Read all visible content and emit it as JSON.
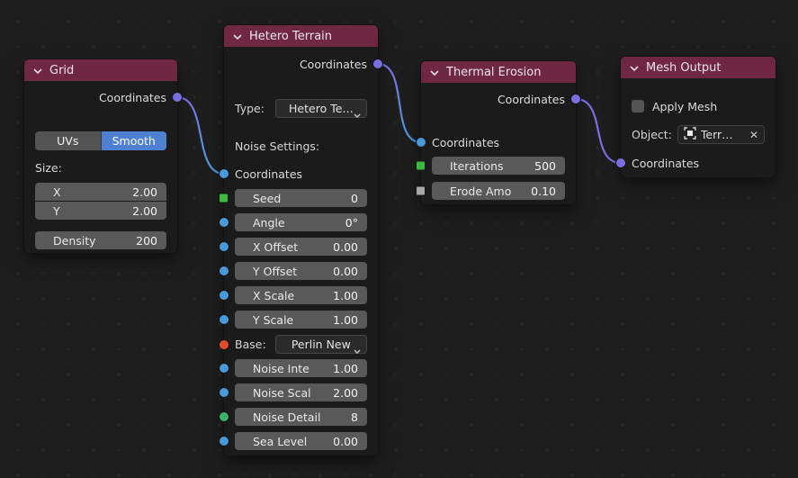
{
  "editor": {
    "background_color": "#1e1e1e",
    "dot_color": "#2c2c2c",
    "node_header_color": "#6f2742",
    "node_body_color": "#1b1b1b",
    "field_color": "#595959",
    "accent_blue": "#4e7fd1"
  },
  "socket_colors": {
    "vector_purple": "#7a6fe0",
    "float_blue": "#4a9ad9",
    "int_green_square": "#3ebb3e",
    "detail_green": "#38b46a",
    "base_orange": "#e04a2e",
    "erode_gray_square": "#a8a8a8"
  },
  "wires": [
    {
      "from": "grid.coordinates",
      "to": "hetero-terrain.coordinates",
      "colors": [
        "#7a6fe0",
        "#4a9ad9"
      ]
    },
    {
      "from": "hetero-terrain.coordinates",
      "to": "thermal-erosion.coordinates",
      "colors": [
        "#7a6fe0",
        "#4a9ad9"
      ]
    },
    {
      "from": "thermal-erosion.coordinates",
      "to": "mesh-output.coordinates",
      "colors": [
        "#7a6fe0",
        "#7a6fe0"
      ]
    }
  ],
  "grid_node": {
    "title": "Grid",
    "output_label": "Coordinates",
    "uvs_button": "UVs",
    "smooth_button": "Smooth",
    "size_label": "Size:",
    "x_row": {
      "label": "X",
      "value": "2.00"
    },
    "y_row": {
      "label": "Y",
      "value": "2.00"
    },
    "density_row": {
      "label": "Density",
      "value": "200"
    }
  },
  "hetero_node": {
    "title": "Hetero Terrain",
    "output_label": "Coordinates",
    "type_label": "Type:",
    "type_value": "Hetero Te…",
    "noise_settings_label": "Noise Settings:",
    "input_label": "Coordinates",
    "rows": [
      {
        "label": "Seed",
        "value": "0"
      },
      {
        "label": "Angle",
        "value": "0°"
      },
      {
        "label": "X Offset",
        "value": "0.00"
      },
      {
        "label": "Y Offset",
        "value": "0.00"
      },
      {
        "label": "X Scale",
        "value": "1.00"
      },
      {
        "label": "Y Scale",
        "value": "1.00"
      }
    ],
    "base_label": "Base:",
    "base_value": "Perlin New",
    "rows2": [
      {
        "label": "Noise Inte",
        "value": "1.00"
      },
      {
        "label": "Noise Scal",
        "value": "2.00"
      },
      {
        "label": "Noise Detail",
        "value": "8"
      },
      {
        "label": "Sea Level",
        "value": "0.00"
      }
    ]
  },
  "thermal_node": {
    "title": "Thermal Erosion",
    "output_label": "Coordinates",
    "input_label": "Coordinates",
    "iterations_row": {
      "label": "Iterations",
      "value": "500"
    },
    "erode_row": {
      "label": "Erode Amo",
      "value": "0.10"
    }
  },
  "mesh_node": {
    "title": "Mesh Output",
    "apply_label": "Apply Mesh",
    "object_label": "Object:",
    "object_value": "Terr…",
    "close_icon": "✕",
    "input_label": "Coordinates"
  }
}
